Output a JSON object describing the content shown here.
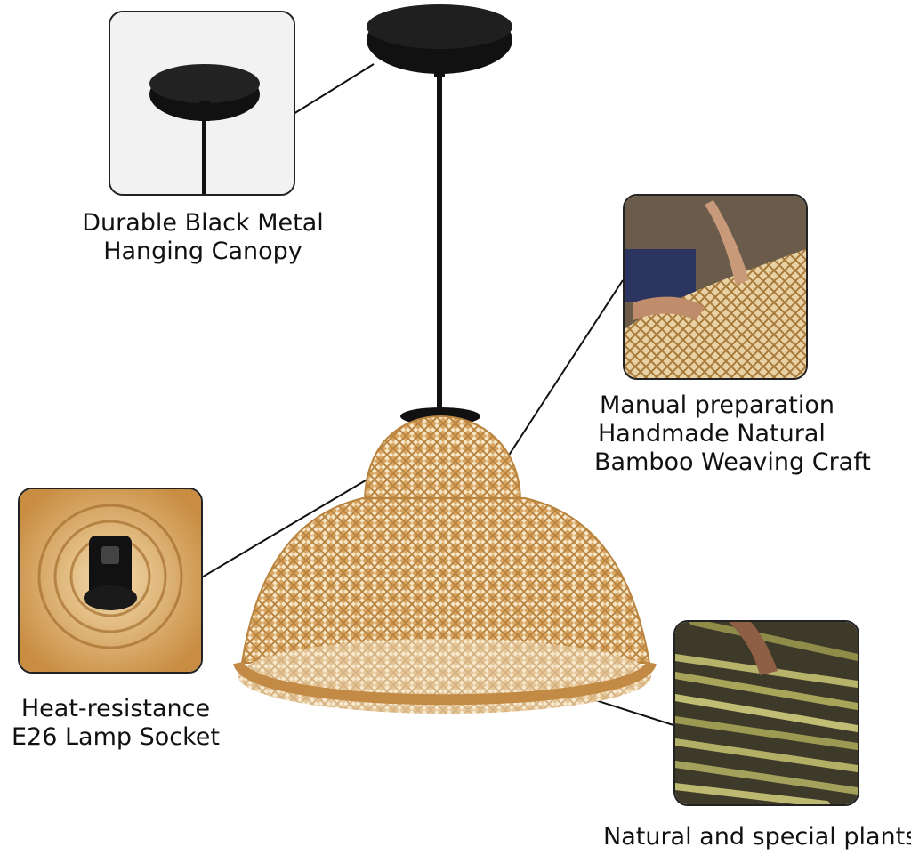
{
  "captions": {
    "canopy": [
      "Durable Black Metal",
      "Hanging Canopy"
    ],
    "weaving": [
      "Manual preparation",
      "Handmade Natural",
      "Bamboo Weaving Craft"
    ],
    "socket": [
      "Heat-resistance",
      "E26 Lamp Socket"
    ],
    "plants": [
      "Natural and special plants"
    ]
  },
  "colors": {
    "bamboo": "#d9a763",
    "bamboo_dark": "#b9843f",
    "metal": "#111111",
    "outline": "#222222"
  },
  "icons": {
    "canopy_inset": "canopy-icon",
    "weaving_inset": "weaving-hands-icon",
    "socket_inset": "lamp-socket-icon",
    "plants_inset": "bamboo-strips-icon"
  }
}
